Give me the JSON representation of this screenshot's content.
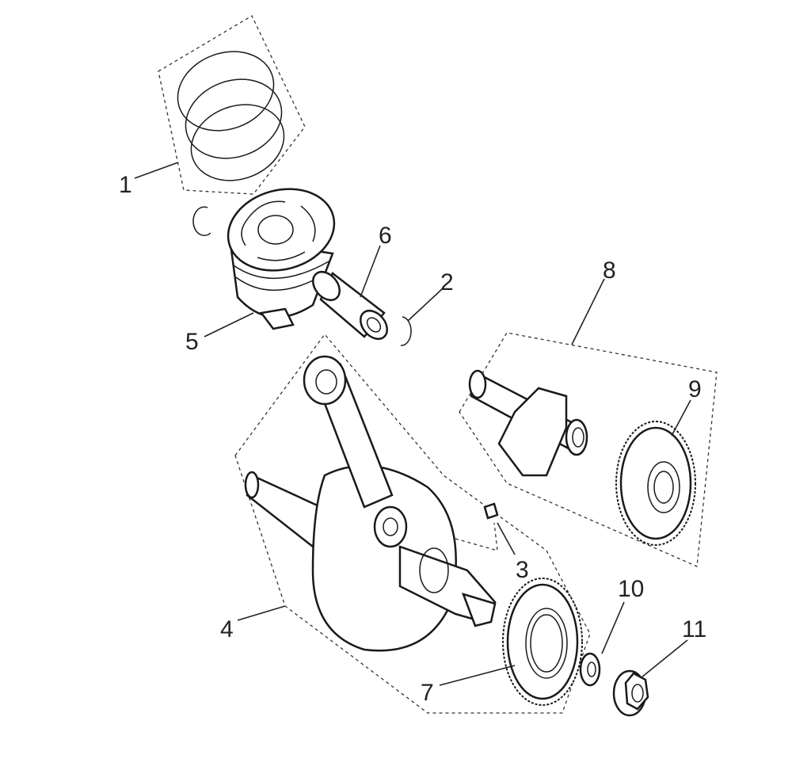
{
  "diagram": {
    "type": "exploded-parts-view",
    "callouts": [
      "1",
      "2",
      "3",
      "4",
      "5",
      "6",
      "7",
      "8",
      "9",
      "10",
      "11"
    ]
  }
}
